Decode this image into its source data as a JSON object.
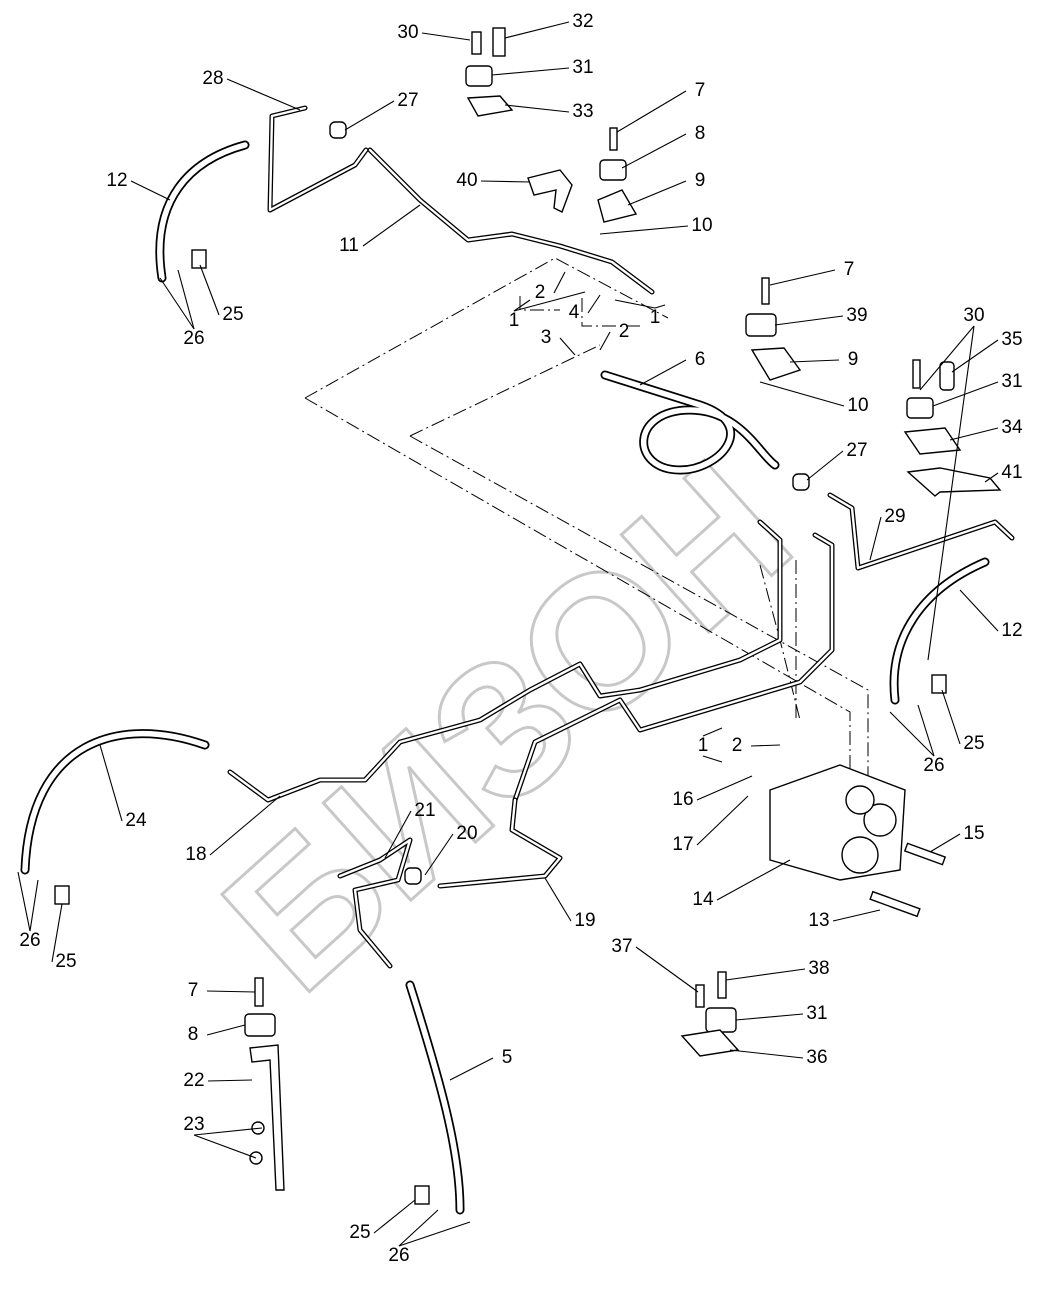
{
  "watermark": {
    "text": "БИЗОН",
    "color": "#c8c8c8"
  },
  "callouts": [
    "30",
    "32",
    "31",
    "33",
    "28",
    "27",
    "7",
    "8",
    "12",
    "40",
    "9",
    "10",
    "11",
    "2",
    "25",
    "1",
    "4",
    "1",
    "3",
    "2",
    "26",
    "7",
    "39",
    "30",
    "35",
    "6",
    "9",
    "31",
    "10",
    "34",
    "27",
    "41",
    "29",
    "12",
    "25",
    "1",
    "2",
    "26",
    "16",
    "24",
    "21",
    "20",
    "15",
    "17",
    "18",
    "14",
    "19",
    "13",
    "26",
    "25",
    "37",
    "38",
    "7",
    "31",
    "8",
    "5",
    "36",
    "22",
    "23",
    "25",
    "26"
  ]
}
